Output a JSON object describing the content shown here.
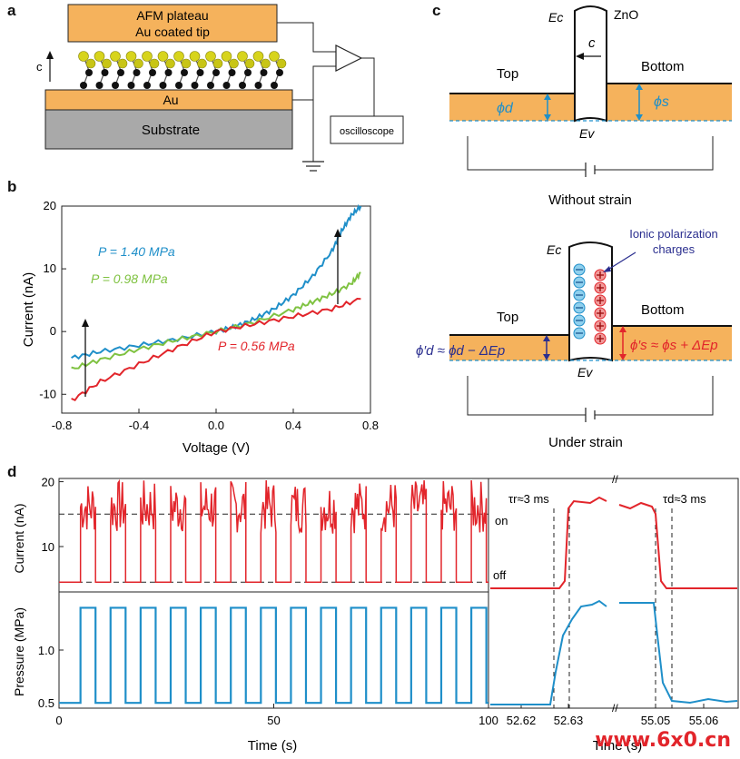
{
  "panels": {
    "a": "a",
    "b": "b",
    "c": "c",
    "d": "d"
  },
  "panel_a": {
    "afm_line1": "AFM plateau",
    "afm_line2": "Au coated tip",
    "au_label": "Au",
    "substrate_label": "Substrate",
    "c_axis_label": "c",
    "oscilloscope_label": "oscilloscope"
  },
  "panel_c": {
    "ec_label": "Ec",
    "ev_label": "Ev",
    "zno_label": "ZnO",
    "c_arrow_label": "c",
    "top_label": "Top",
    "bottom_label": "Bottom",
    "phi_d": "ϕd",
    "phi_s": "ϕs",
    "without_strain": "Without strain",
    "ionic_line1": "Ionic polarization",
    "ionic_line2": "charges",
    "phi_d_strain": "ϕ′d ≈ ϕd − ΔEp",
    "phi_s_strain": "ϕ′s ≈ ϕs + ΔEp",
    "under_strain": "Under strain",
    "colors": {
      "band": "#f5b25c",
      "blue": "#1f8fc9",
      "red": "#e2252b",
      "navy": "#2b2f8f"
    }
  },
  "chart_data": [
    {
      "type": "line",
      "panel": "b",
      "xlabel": "Voltage (V)",
      "ylabel": "Current (nA)",
      "xlim": [
        -0.8,
        0.8
      ],
      "ylim": [
        -13,
        20
      ],
      "xticks": [
        "-0.8",
        "-0.4",
        "0.0",
        "0.4",
        "0.8"
      ],
      "yticks": [
        "-10",
        "0",
        "10",
        "20"
      ],
      "series": [
        {
          "name": "P = 1.40 MPa",
          "color": "#1f8fc9",
          "x": [
            -0.75,
            -0.6,
            -0.4,
            -0.2,
            0,
            0.1,
            0.2,
            0.3,
            0.4,
            0.5,
            0.6,
            0.65,
            0.7,
            0.75
          ],
          "y": [
            -4.2,
            -3.2,
            -2.2,
            -1.2,
            0,
            0.8,
            2,
            3.6,
            5.8,
            8.8,
            12.8,
            16,
            18.5,
            20
          ]
        },
        {
          "name": "P = 0.98 MPa",
          "color": "#7fc241",
          "x": [
            -0.75,
            -0.6,
            -0.4,
            -0.2,
            0,
            0.2,
            0.4,
            0.5,
            0.6,
            0.7,
            0.75
          ],
          "y": [
            -6,
            -4.5,
            -2.8,
            -1.3,
            0,
            1.5,
            3.5,
            4.7,
            6,
            7.6,
            9.4
          ]
        },
        {
          "name": "P = 0.56 MPa",
          "color": "#e2252b",
          "x": [
            -0.75,
            -0.6,
            -0.4,
            -0.2,
            0,
            0.2,
            0.4,
            0.6,
            0.75
          ],
          "y": [
            -11,
            -8,
            -5.2,
            -2.5,
            0,
            1.2,
            2.4,
            3.6,
            5.2
          ]
        }
      ]
    },
    {
      "type": "line",
      "panel": "d",
      "xlabel": "Time (s)",
      "ylabel_top": "Current (nA)",
      "ylabel_bottom": "Pressure (MPa)",
      "xlim": [
        0,
        100
      ],
      "xticks": [
        "0",
        "50",
        "100"
      ],
      "current_yticks": [
        "10",
        "20"
      ],
      "pressure_yticks": [
        "0.5",
        "1.0"
      ],
      "current_on": 15,
      "current_off": 4.5,
      "current_peak": 20,
      "pressure_high": 1.4,
      "pressure_low": 0.5,
      "pulse_period_s": 7,
      "pulse_width_s": 3.5,
      "pulse_count": 14,
      "first_pulse_start_s": 5
    },
    {
      "type": "line",
      "panel": "d-zoom",
      "xlabel": "Time (s)",
      "xticks": [
        "52.62",
        "52.63",
        "55.05",
        "55.06"
      ],
      "rise_label": "τr≈3 ms",
      "fall_label": "τd≈3 ms",
      "on_label": "on",
      "off_label": "off",
      "break_mark": "//"
    }
  ],
  "watermark": "www.6x0.cn"
}
